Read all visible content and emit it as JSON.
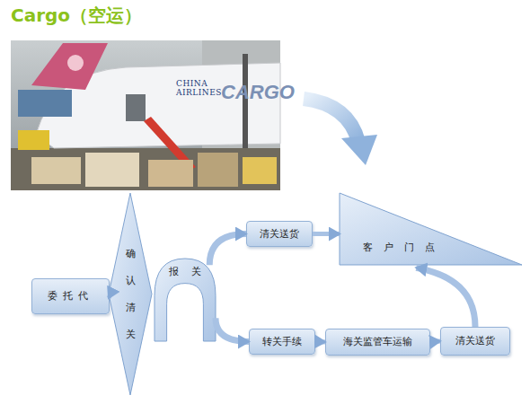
{
  "diagram": {
    "title": "Cargo（空运）",
    "nodes": [
      {
        "text": [
          "委托代"
        ]
      },
      {
        "text": [
          "确认清关"
        ]
      },
      {
        "text": [
          "报关"
        ]
      },
      {
        "text": [
          "清关送货"
        ]
      },
      {
        "text": [
          "客户门点"
        ]
      },
      {
        "text": [
          "转关手续"
        ]
      },
      {
        "text": [
          "海关监管车运输"
        ]
      },
      {
        "text": [
          "清关送货"
        ]
      }
    ],
    "edges": [
      {
        "from": 0,
        "to": 1,
        "arrow": "to"
      },
      {
        "from": 2,
        "to": 3,
        "arrow": "to"
      },
      {
        "from": 2,
        "to": 5,
        "arrow": "to"
      },
      {
        "from": 3,
        "to": 4,
        "arrow": "to"
      },
      {
        "from": 5,
        "to": 6,
        "arrow": "to"
      },
      {
        "from": 6,
        "to": 7,
        "arrow": "to"
      },
      {
        "from": 7,
        "to": 4,
        "arrow": "to"
      }
    ],
    "labels": [
      "CHINA AIRLINES",
      "CARGO"
    ]
  }
}
